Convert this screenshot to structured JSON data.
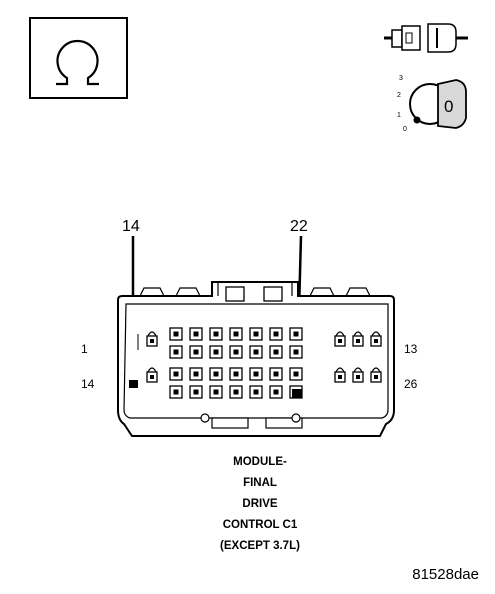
{
  "ignition_icon": {
    "positions": [
      "3",
      "2",
      "1",
      "0"
    ],
    "key_label": "0"
  },
  "callouts": {
    "left": "14",
    "right": "22"
  },
  "pin_labels": {
    "top_left": "1",
    "top_right": "13",
    "bottom_left": "14",
    "bottom_right": "26"
  },
  "caption": [
    "MODULE-",
    "FINAL",
    "DRIVE",
    "CONTROL C1",
    "(EXCEPT 3.7L)"
  ],
  "figure_id": "81528dae"
}
